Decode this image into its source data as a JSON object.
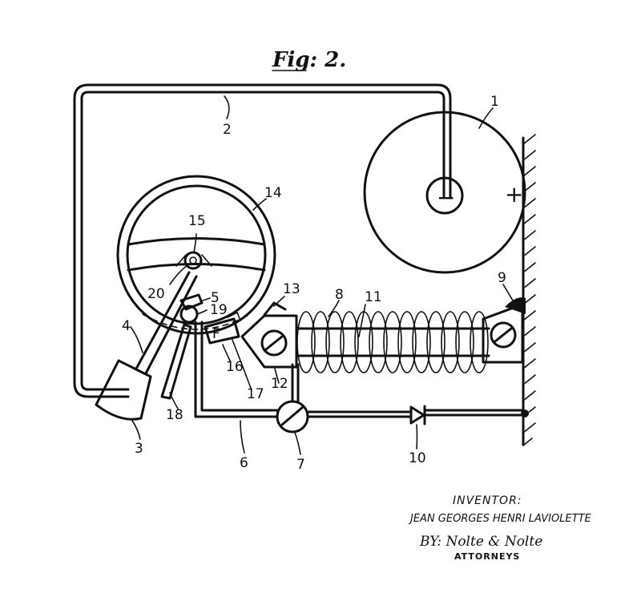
{
  "figure": {
    "title": "Fig: 2."
  },
  "labels": {
    "n1": "1",
    "n2": "2",
    "n3": "3",
    "n4": "4",
    "n5": "5",
    "n6": "6",
    "n7": "7",
    "n8": "8",
    "n9": "9",
    "n10": "10",
    "n11": "11",
    "n12": "12",
    "n13": "13",
    "n14": "14",
    "n15": "15",
    "n16": "16",
    "n17": "17",
    "n18": "18",
    "n19": "19",
    "n20": "20",
    "electrode_f": "F",
    "minus": "−",
    "plus": "+"
  },
  "legend": {
    "inventor_heading": "INVENTOR:",
    "inventor_name": "JEAN GEORGES HENRI LAVIOLETTE",
    "attorneys_by": "BY: Nolte & Nolte",
    "attorneys_label": "ATTORNEYS"
  }
}
